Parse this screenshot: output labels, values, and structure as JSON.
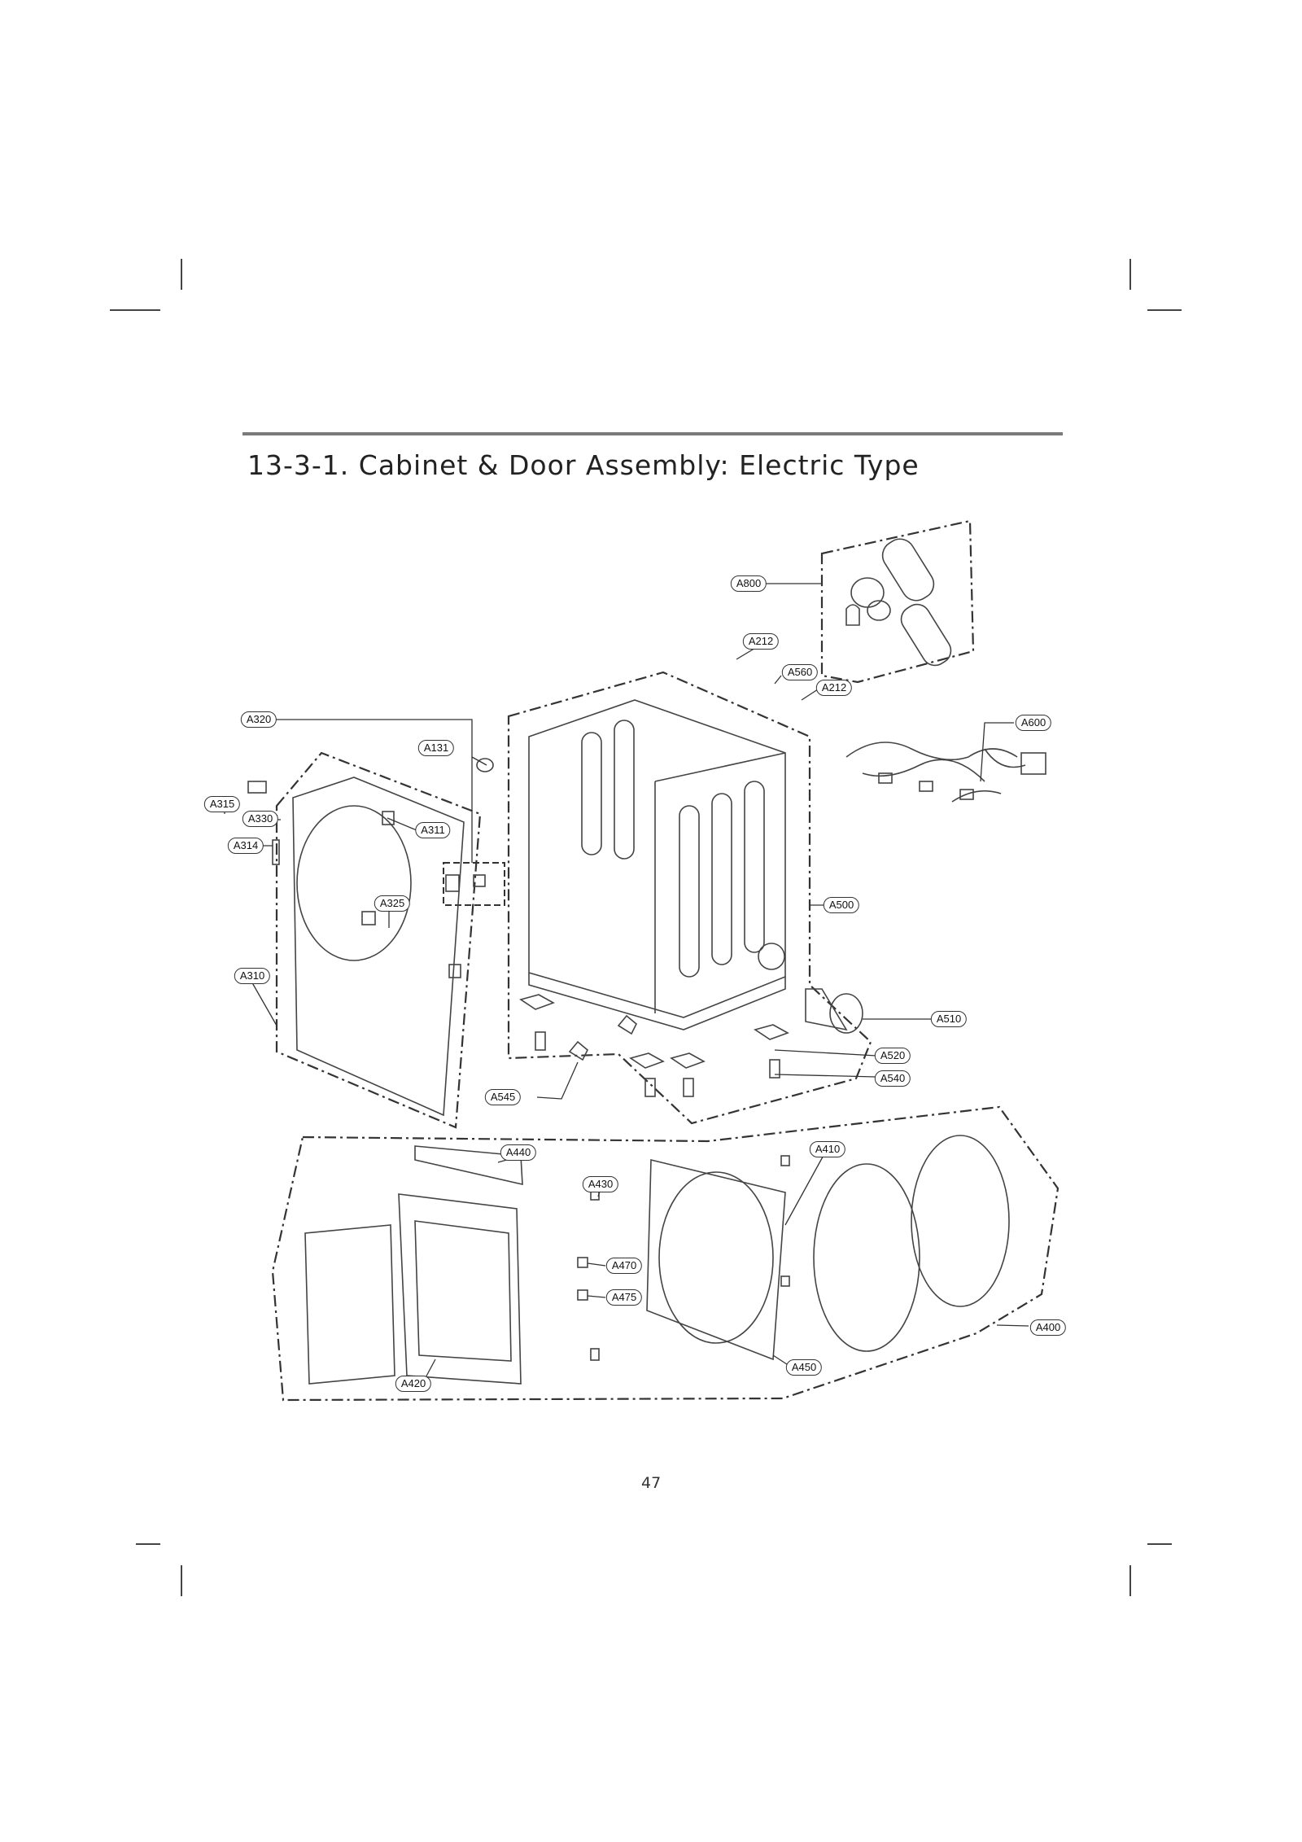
{
  "title": "13-3-1. Cabinet & Door Assembly: Electric Type",
  "page_number": "47",
  "callouts": [
    {
      "id": "a800",
      "label": "A800"
    },
    {
      "id": "a212-top",
      "label": "A212"
    },
    {
      "id": "a560",
      "label": "A560"
    },
    {
      "id": "a212-bottom",
      "label": "A212"
    },
    {
      "id": "a600",
      "label": "A600"
    },
    {
      "id": "a320",
      "label": "A320"
    },
    {
      "id": "a131",
      "label": "A131"
    },
    {
      "id": "a315",
      "label": "A315"
    },
    {
      "id": "a330",
      "label": "A330"
    },
    {
      "id": "a311",
      "label": "A311"
    },
    {
      "id": "a314",
      "label": "A314"
    },
    {
      "id": "a325",
      "label": "A325"
    },
    {
      "id": "a500",
      "label": "A500"
    },
    {
      "id": "a310",
      "label": "A310"
    },
    {
      "id": "a510",
      "label": "A510"
    },
    {
      "id": "a520",
      "label": "A520"
    },
    {
      "id": "a540",
      "label": "A540"
    },
    {
      "id": "a545",
      "label": "A545"
    },
    {
      "id": "a440",
      "label": "A440"
    },
    {
      "id": "a410",
      "label": "A410"
    },
    {
      "id": "a430",
      "label": "A430"
    },
    {
      "id": "a470",
      "label": "A470"
    },
    {
      "id": "a475",
      "label": "A475"
    },
    {
      "id": "a400",
      "label": "A400"
    },
    {
      "id": "a450",
      "label": "A450"
    },
    {
      "id": "a420",
      "label": "A420"
    }
  ]
}
